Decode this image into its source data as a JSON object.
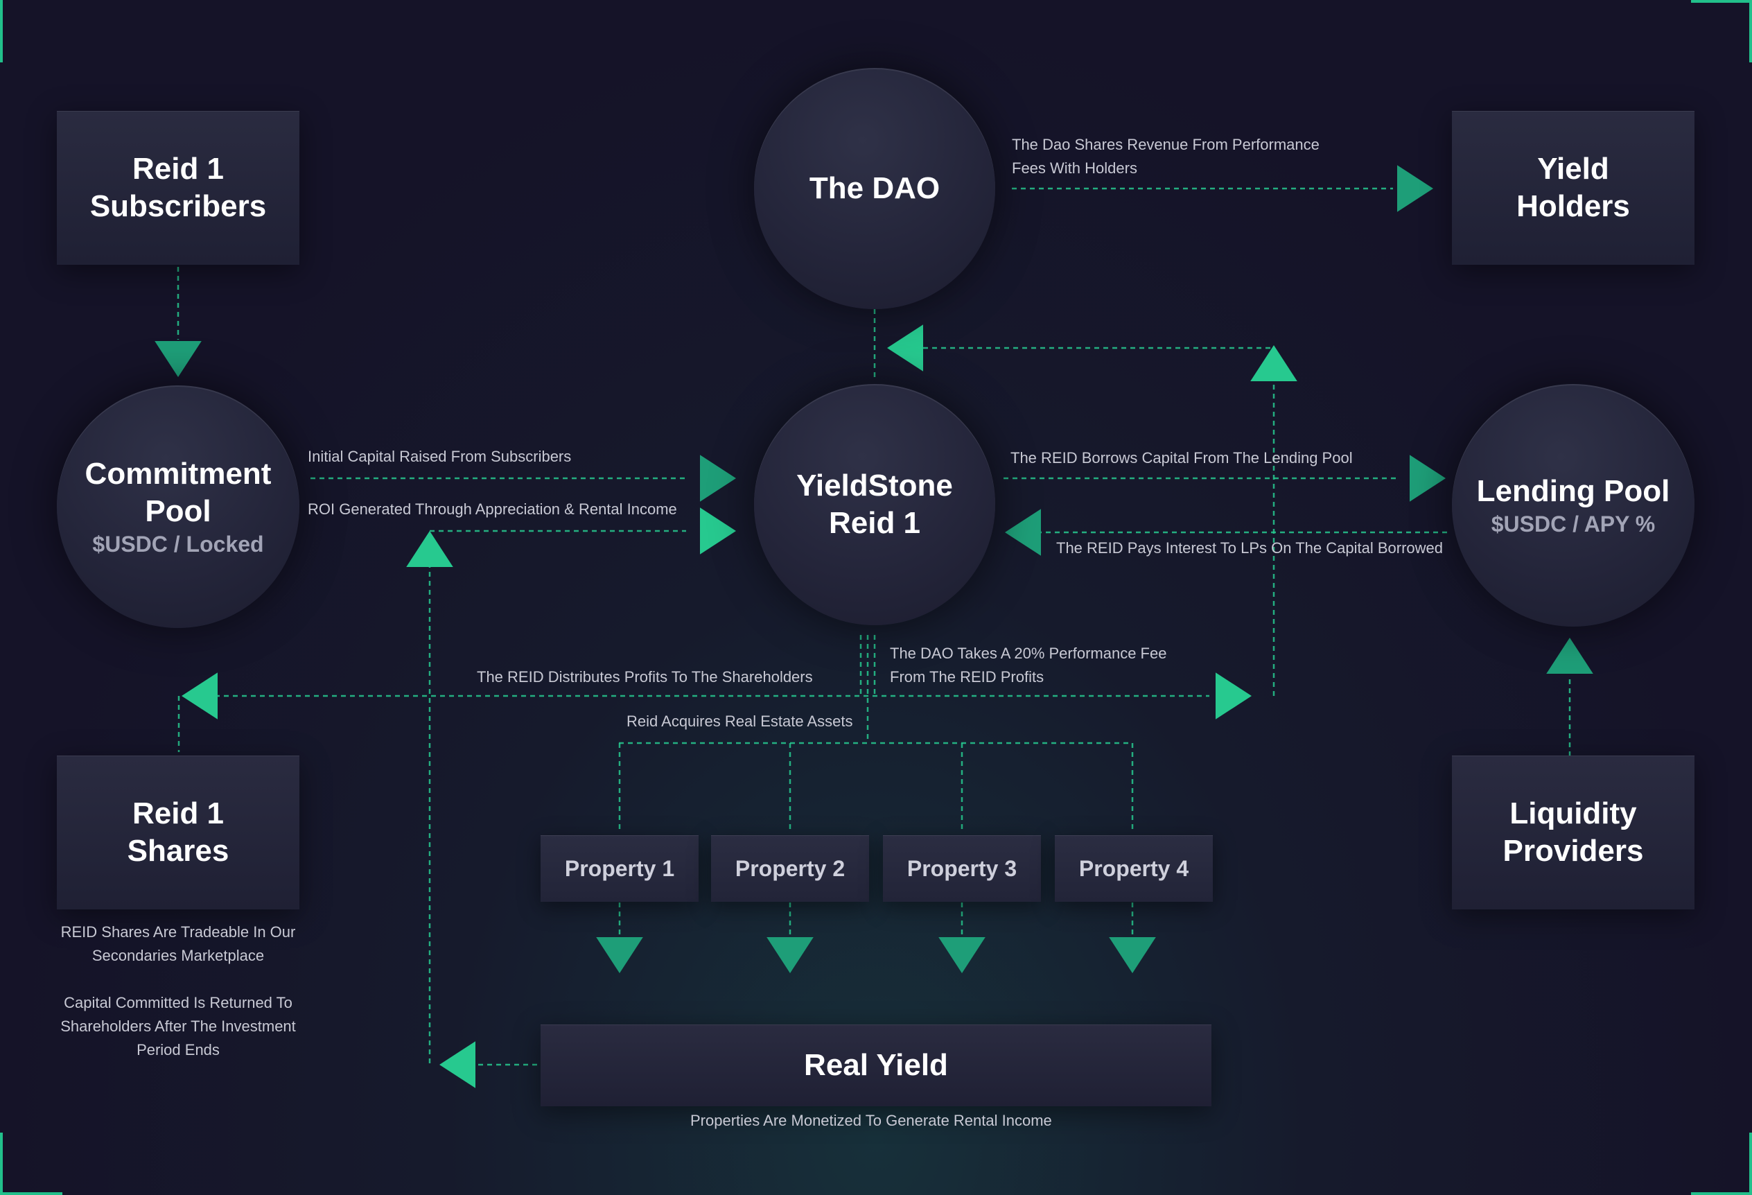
{
  "colors": {
    "background": "#151328",
    "accent": "#27c98f",
    "arrow_dark": "#1e9e78",
    "text": "#ffffff",
    "muted": "#a2a4b6"
  },
  "nodes": {
    "reid1_subscribers": {
      "line1": "Reid 1",
      "line2": "Subscribers"
    },
    "the_dao": {
      "title": "The DAO"
    },
    "yield_holders": {
      "line1": "Yield",
      "line2": "Holders"
    },
    "commitment_pool": {
      "line1": "Commitment",
      "line2": "Pool",
      "sub": "$USDC / Locked"
    },
    "yieldstone": {
      "line1": "YieldStone",
      "line2": "Reid 1"
    },
    "lending_pool": {
      "title": "Lending Pool",
      "sub": "$USDC / APY %"
    },
    "reid1_shares": {
      "line1": "Reid 1",
      "line2": "Shares"
    },
    "liquidity_providers": {
      "line1": "Liquidity",
      "line2": "Providers"
    },
    "real_yield": {
      "title": "Real Yield"
    },
    "properties": [
      "Property 1",
      "Property 2",
      "Property 3",
      "Property 4"
    ]
  },
  "labels": {
    "dao_shares_1": "The Dao Shares Revenue From Performance",
    "dao_shares_2": "Fees With Holders",
    "initial_capital": "Initial Capital Raised From Subscribers",
    "roi": "ROI Generated Through Appreciation & Rental Income",
    "borrows": "The REID Borrows Capital From The Lending Pool",
    "pays_interest": "The REID Pays Interest To LPs On The Capital Borrowed",
    "distributes": "The REID Distributes Profits To The Shareholders",
    "dao_fee_1": "The DAO Takes A 20% Performance Fee",
    "dao_fee_2": "From The REID Profits",
    "acquires": "Reid Acquires Real Estate Assets",
    "monetized": "Properties Are Monetized To Generate Rental Income"
  },
  "notes": {
    "tradeable": "REID Shares Are Tradeable In Our Secondaries Marketplace",
    "returned": "Capital Committed Is Returned To Shareholders After The Investment Period Ends"
  }
}
